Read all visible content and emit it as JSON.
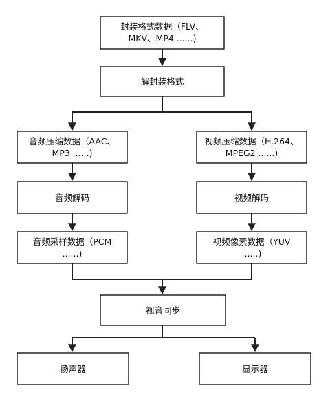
{
  "nodes": {
    "demux_data": {
      "lines": [
        "封装格式数据（FLV、",
        "MKV、MP4 ......)"
      ]
    },
    "demux": {
      "lines": [
        "解封装格式"
      ]
    },
    "audio_comp": {
      "lines": [
        "音频压缩数据（AAC、",
        "MP3 ......)"
      ]
    },
    "video_comp": {
      "lines": [
        "视频压缩数据（H.264、",
        "MPEG2 ......)"
      ]
    },
    "audio_decode": {
      "lines": [
        "音频解码"
      ]
    },
    "video_decode": {
      "lines": [
        "视频解码"
      ]
    },
    "audio_pcm": {
      "lines": [
        "音频采样数据（PCM",
        "......)"
      ]
    },
    "video_yuv": {
      "lines": [
        "视频像素数据（YUV",
        "......)"
      ]
    },
    "av_sync": {
      "lines": [
        "视音同步"
      ]
    },
    "speaker": {
      "lines": [
        "扬声器"
      ]
    },
    "display": {
      "lines": [
        "显示器"
      ]
    }
  },
  "colors": {
    "box_stroke": "#000000",
    "edge": "#222222",
    "text": "#111111"
  }
}
